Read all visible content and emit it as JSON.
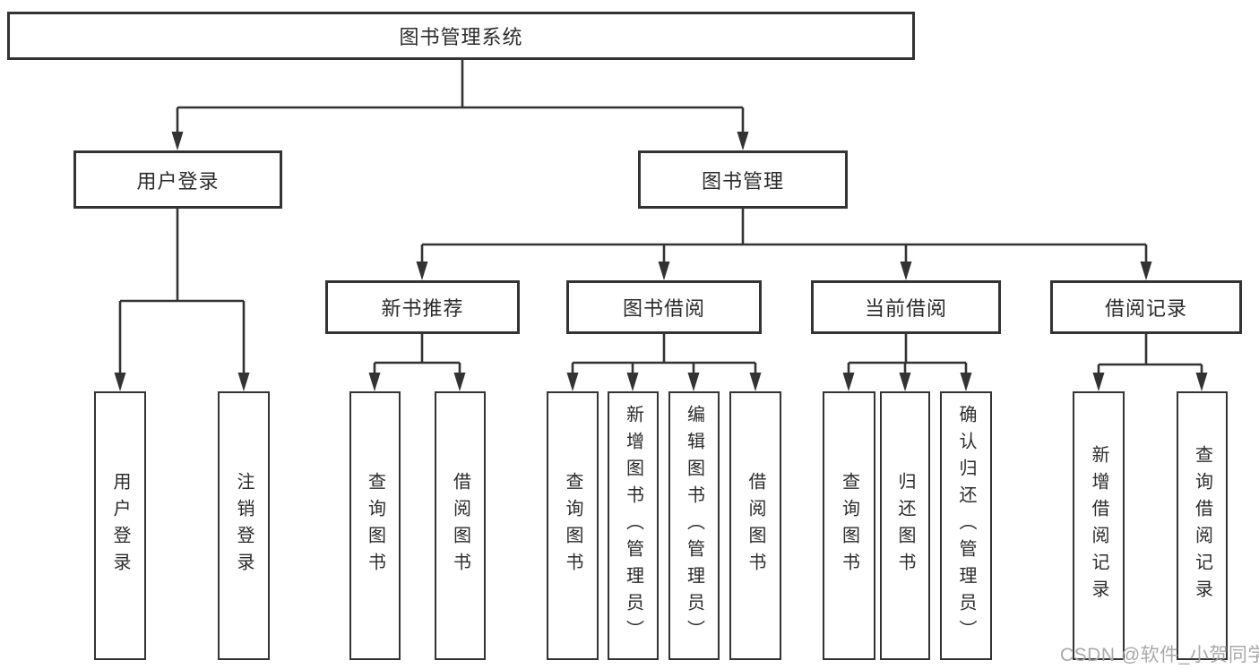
{
  "diagram": {
    "root": "图书管理系统",
    "branches": [
      {
        "label": "用户登录",
        "leaves": [
          "用户登录",
          "注销登录"
        ]
      },
      {
        "label": "图书管理",
        "sections": [
          {
            "label": "新书推荐",
            "leaves": [
              "查询图书",
              "借阅图书"
            ]
          },
          {
            "label": "图书借阅",
            "leaves": [
              "查询图书",
              "新增图书（管理员）",
              "编辑图书（管理员）",
              "借阅图书"
            ]
          },
          {
            "label": "当前借阅",
            "leaves": [
              "查询图书",
              "归还图书",
              "确认归还（管理员）"
            ]
          },
          {
            "label": "借阅记录",
            "leaves": [
              "新增借阅记录",
              "查询借阅记录"
            ]
          }
        ]
      }
    ]
  },
  "watermark": "CSDN @软件_小贺同学",
  "colors": {
    "line": "#333333",
    "text": "#2b2b2b",
    "box_background": "#ffffff",
    "watermark": "#a9a9a9"
  }
}
